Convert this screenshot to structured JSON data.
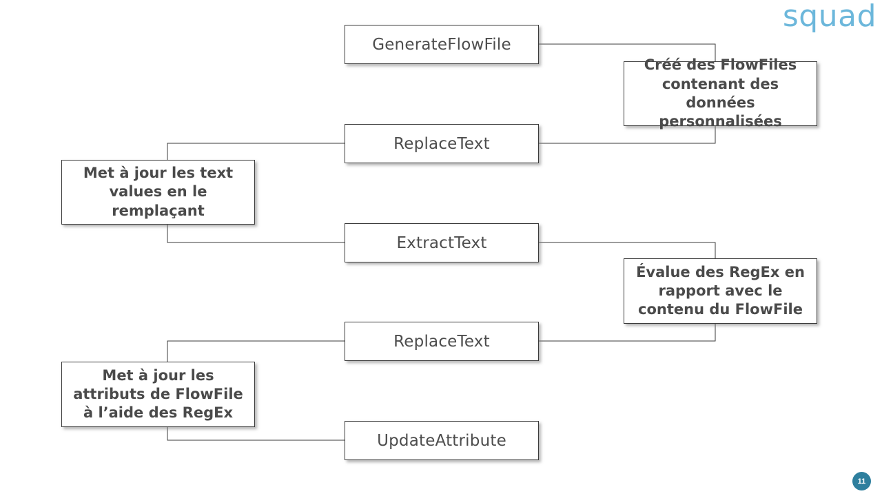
{
  "slide": {
    "number": "11",
    "brand": "squad",
    "brand_color": "#6cb7db",
    "badge_color": "#2e7f9e",
    "background_color": "#ffffff",
    "box_border_color": "#3b3b3b",
    "text_color": "#4d4d4d"
  },
  "processors": [
    {
      "id": "generate-flow-file",
      "label": "GenerateFlowFile"
    },
    {
      "id": "replace-text-1",
      "label": "ReplaceText"
    },
    {
      "id": "extract-text",
      "label": "ExtractText"
    },
    {
      "id": "replace-text-2",
      "label": "ReplaceText"
    },
    {
      "id": "update-attribute",
      "label": "UpdateAttribute"
    }
  ],
  "annotations": [
    {
      "id": "note-generate",
      "side": "right",
      "text": "Créé des FlowFiles contenant des données personnalisées"
    },
    {
      "id": "note-replace-text",
      "side": "left",
      "text": "Met à jour les text values en le remplaçant"
    },
    {
      "id": "note-extract",
      "side": "right",
      "text": "Évalue des RegEx en rapport avec le contenu du FlowFile"
    },
    {
      "id": "note-update-attribute",
      "side": "left",
      "text": "Met à jour les attributs de FlowFile à l’aide des RegEx"
    }
  ]
}
